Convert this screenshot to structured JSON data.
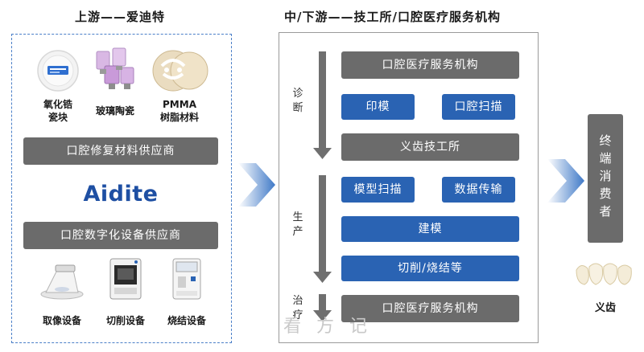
{
  "upstream": {
    "title": "上游——爱迪特",
    "materials": [
      {
        "icon": "zirconia-disc-icon",
        "label": "氧化锆\n瓷块"
      },
      {
        "icon": "glass-ceramic-blocks-icon",
        "label": "玻璃陶瓷"
      },
      {
        "icon": "pmma-disc-icon",
        "label": "PMMA\n树脂材料"
      }
    ],
    "supplier_materials": "口腔修复材料供应商",
    "logo_text": "Aidite",
    "supplier_equipment": "口腔数字化设备供应商",
    "equipment": [
      {
        "icon": "scanner-icon",
        "label": "取像设备"
      },
      {
        "icon": "milling-machine-icon",
        "label": "切削设备"
      },
      {
        "icon": "sintering-furnace-icon",
        "label": "烧结设备"
      }
    ]
  },
  "midstream": {
    "title": "中/下游——技工所/口腔医疗服务机构",
    "stages": {
      "diagnosis": "诊\n断",
      "production": "生\n产",
      "treatment": "治\n疗"
    },
    "boxes": {
      "clinic_top": "口腔医疗服务机构",
      "impression": "印模",
      "intraoral_scan": "口腔扫描",
      "dental_lab": "义齿技工所",
      "model_scan": "模型扫描",
      "data_transfer": "数据传输",
      "modeling": "建模",
      "cutting_sintering": "切削/烧结等",
      "clinic_bottom": "口腔医疗服务机构"
    }
  },
  "downstream": {
    "consumer": "终\n端\n消\n费\n者",
    "denture_icon": "denture-icon",
    "denture_label": "义齿"
  },
  "watermark": "看 方 记"
}
